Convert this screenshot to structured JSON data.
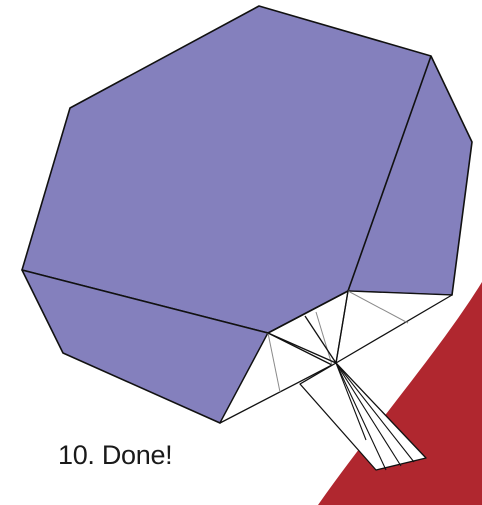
{
  "step": {
    "caption": "10. Done!"
  },
  "colors": {
    "fan_face": "#8480bd",
    "paper_back": "#ffffff",
    "edge_line": "#111111",
    "crease_line": "#8a8a8a",
    "corner_accent": "#b0272f",
    "background": "#ffffff"
  },
  "elements": {
    "model": "fan-model",
    "corner_decoration": "red-corner-swoosh"
  }
}
